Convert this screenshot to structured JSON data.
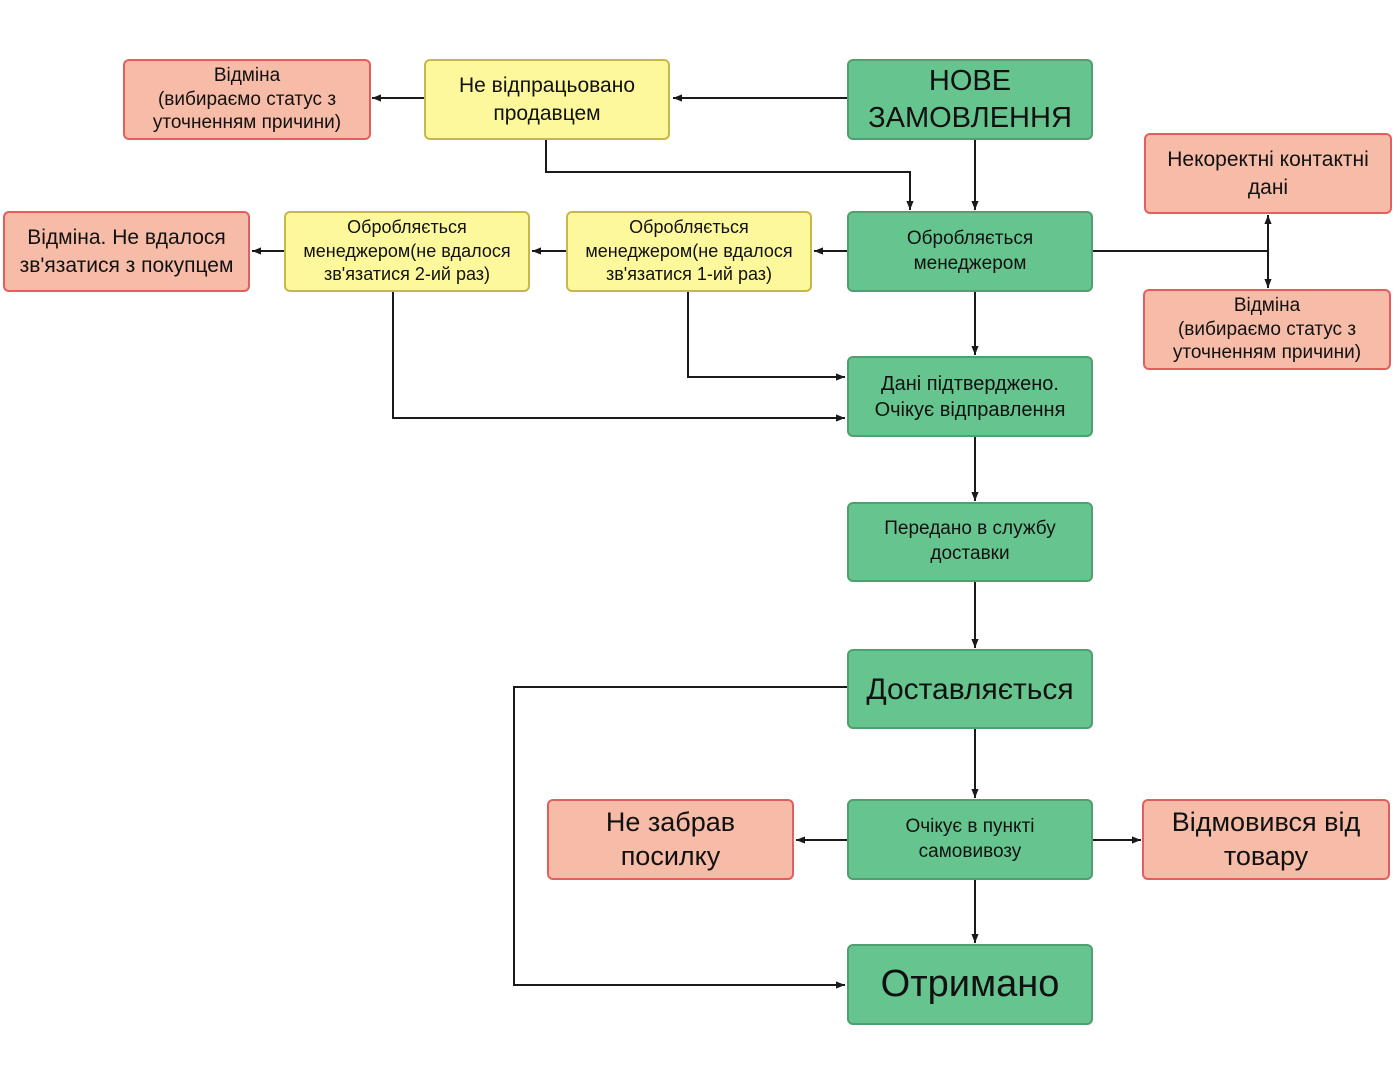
{
  "nodes": {
    "new_order": "НОВЕ\nЗАМОВЛЕННЯ",
    "not_processed_seller": "Не відпрацьовано\nпродавцем",
    "cancel_top_left": "Відміна\n(вибираємо статус з\nуточненням причини)",
    "processing_manager": "Обробляється\nменеджером",
    "processing_fail_1": "Обробляється\nменеджером(не вдалося\nзв'язатися 1-ий раз)",
    "processing_fail_2": "Обробляється\nменеджером(не вдалося\nзв'язатися 2-ий раз)",
    "cancel_no_contact": "Відміна. Не вдалося\nзв'язатися з покупцем",
    "incorrect_contacts": "Некоректні контактні\nдані",
    "cancel_right": "Відміна\n(вибираємо статус з\nуточненням причини)",
    "data_confirmed": "Дані підтверджено.\nОчікує відправлення",
    "handed_to_delivery": "Передано в службу\nдоставки",
    "delivering": "Доставляється",
    "awaiting_pickup": "Очікує в пункті\nсамовивозу",
    "not_picked_up": "Не забрав\nпосилку",
    "refused_goods": "Відмовився від\nтовару",
    "received": "Отримано"
  },
  "colors": {
    "green": "#66c58f",
    "yellow": "#fdf89c",
    "red": "#f6bca7",
    "connector": "#1a1a1a"
  }
}
